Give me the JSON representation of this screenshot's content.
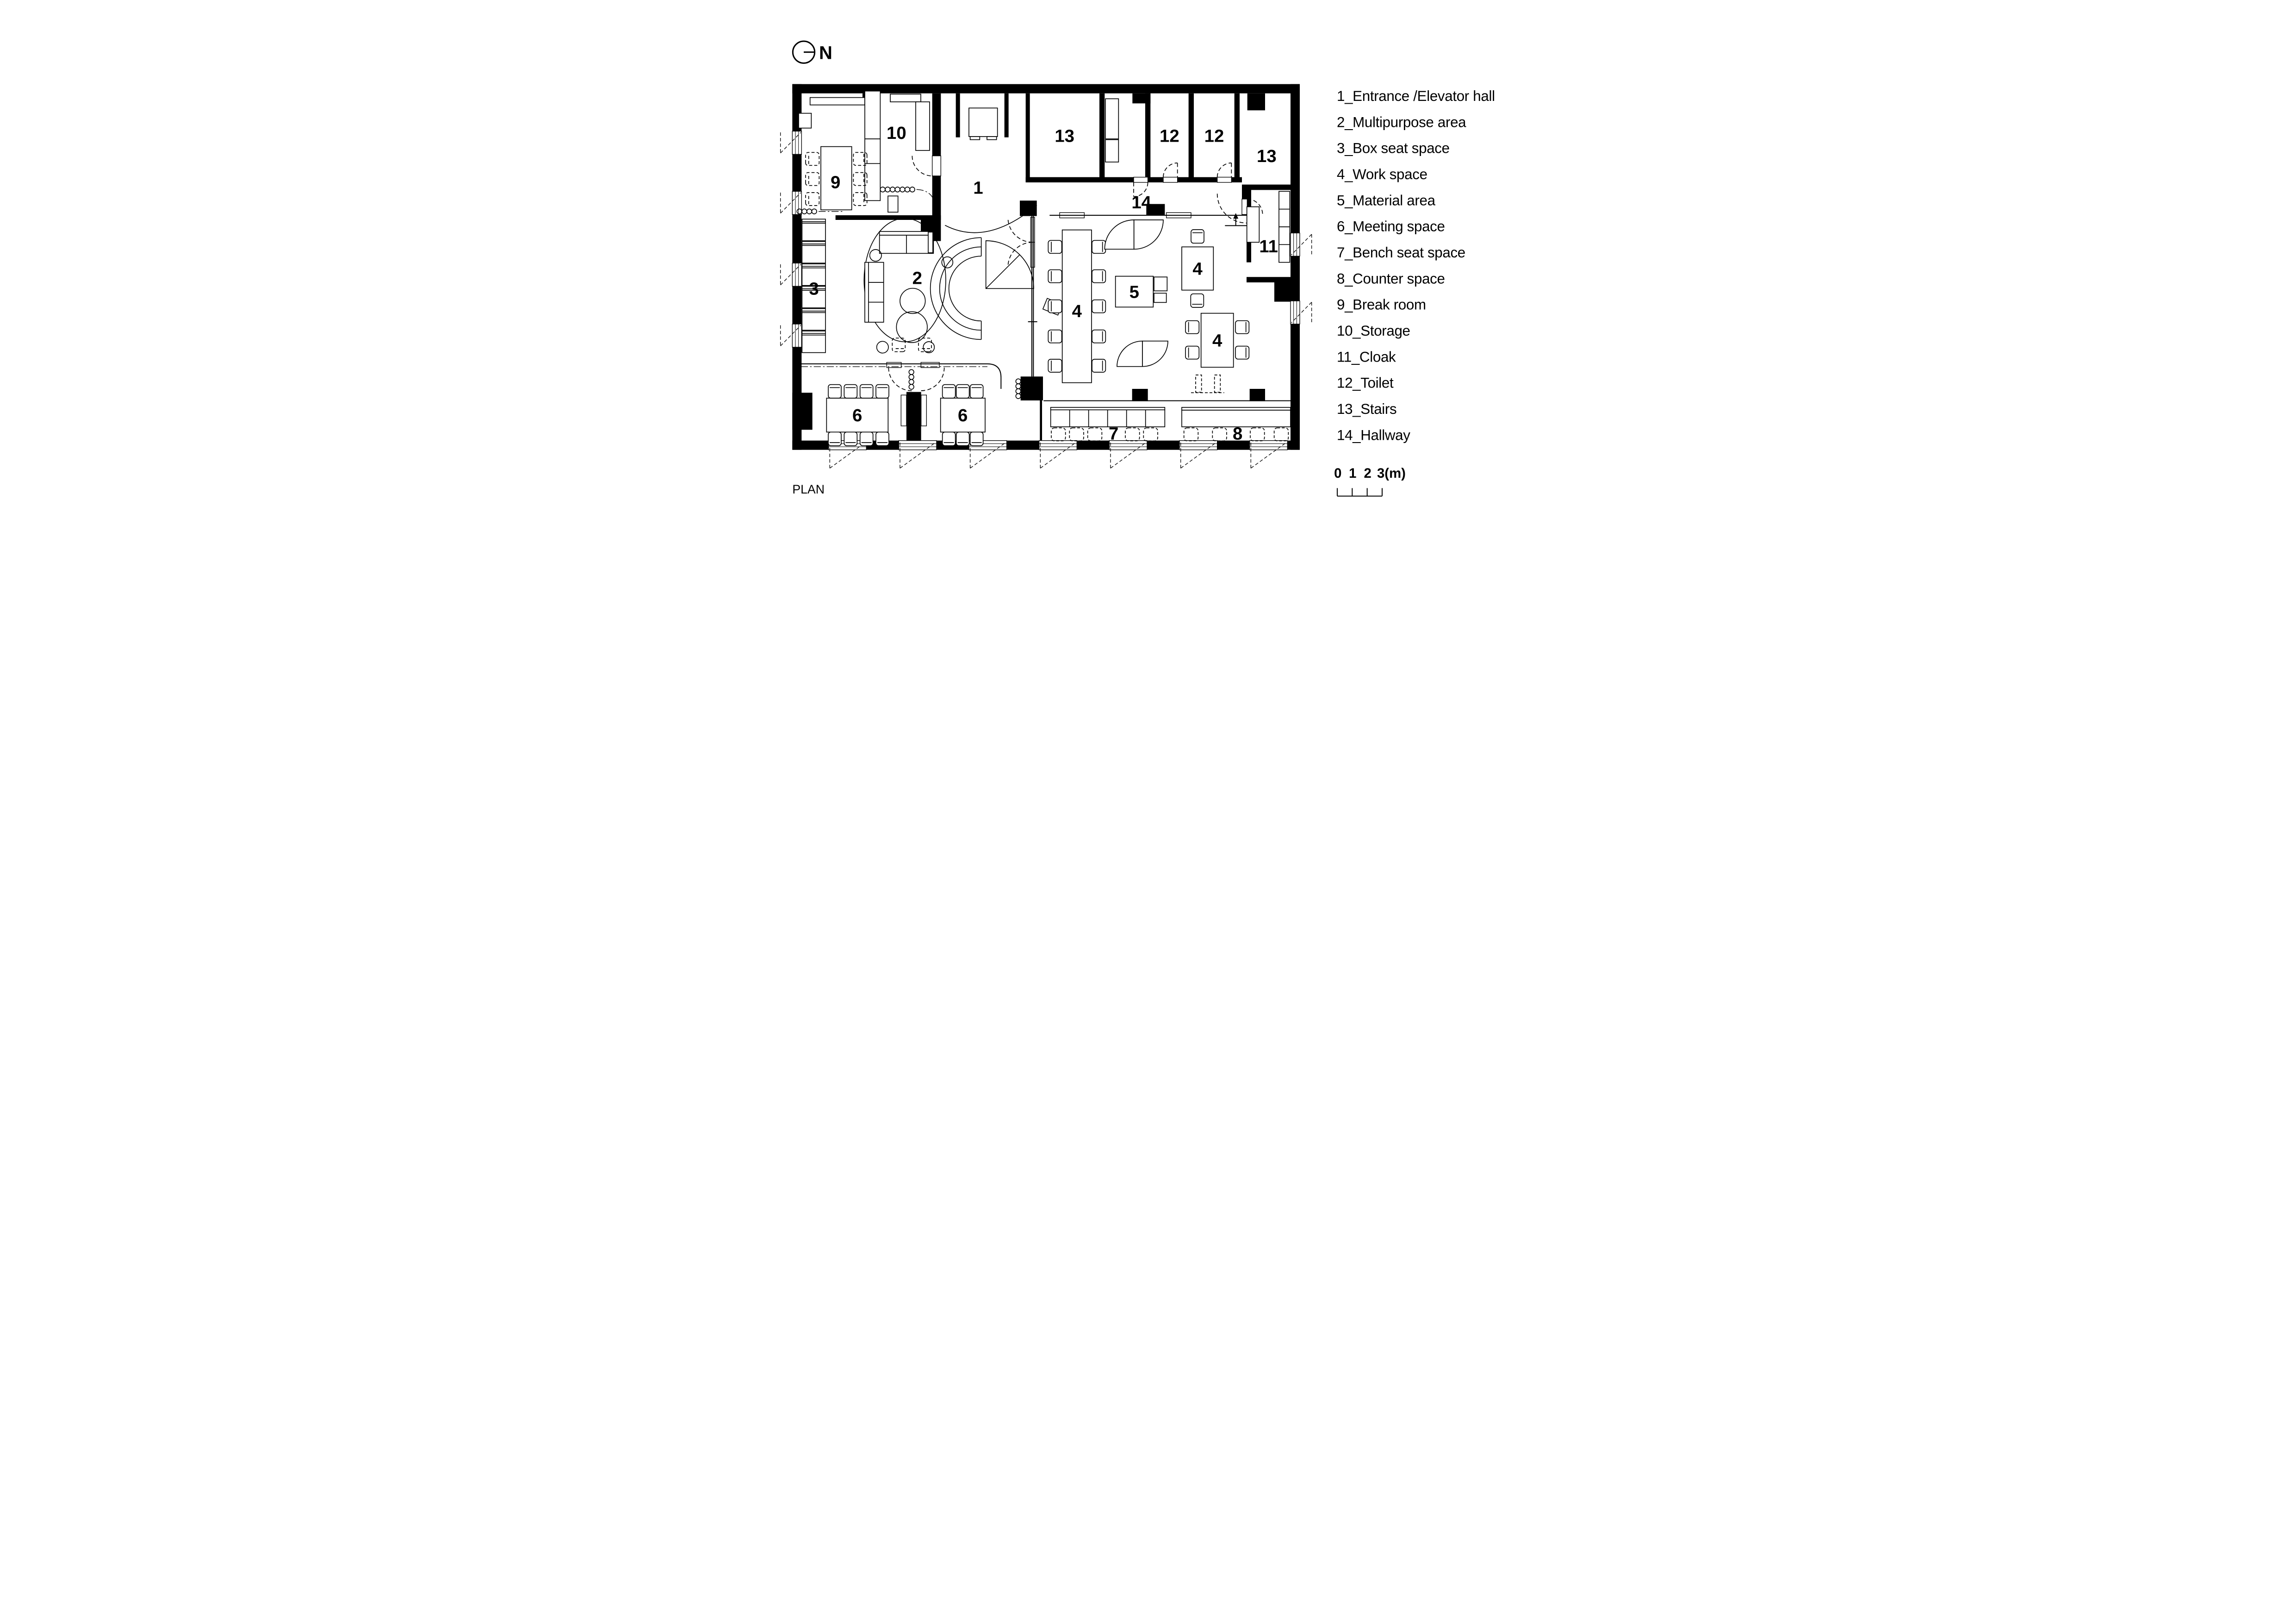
{
  "title": "PLAN",
  "north": {
    "label": "N"
  },
  "colors": {
    "ink": "#000000",
    "paper": "#ffffff"
  },
  "legend": {
    "items": [
      {
        "text": "1_Entrance /Elevator hall"
      },
      {
        "text": "2_Multipurpose area"
      },
      {
        "text": "3_Box seat space"
      },
      {
        "text": "4_Work space"
      },
      {
        "text": "5_Material area"
      },
      {
        "text": "6_Meeting space"
      },
      {
        "text": "7_Bench seat space"
      },
      {
        "text": "8_Counter space"
      },
      {
        "text": "9_Break room"
      },
      {
        "text": "10_Storage"
      },
      {
        "text": "11_Cloak"
      },
      {
        "text": "12_Toilet"
      },
      {
        "text": "13_Stairs"
      },
      {
        "text": "14_Hallway"
      }
    ]
  },
  "scale_bar": {
    "labels": [
      "0",
      "1",
      "2",
      "3(m)"
    ]
  },
  "rooms": [
    {
      "num": "1"
    },
    {
      "num": "2"
    },
    {
      "num": "3"
    },
    {
      "num": "4"
    },
    {
      "num": "4"
    },
    {
      "num": "4"
    },
    {
      "num": "5"
    },
    {
      "num": "6"
    },
    {
      "num": "6"
    },
    {
      "num": "7"
    },
    {
      "num": "8"
    },
    {
      "num": "9"
    },
    {
      "num": "10"
    },
    {
      "num": "11"
    },
    {
      "num": "12"
    },
    {
      "num": "12"
    },
    {
      "num": "13"
    },
    {
      "num": "13"
    },
    {
      "num": "14"
    }
  ]
}
